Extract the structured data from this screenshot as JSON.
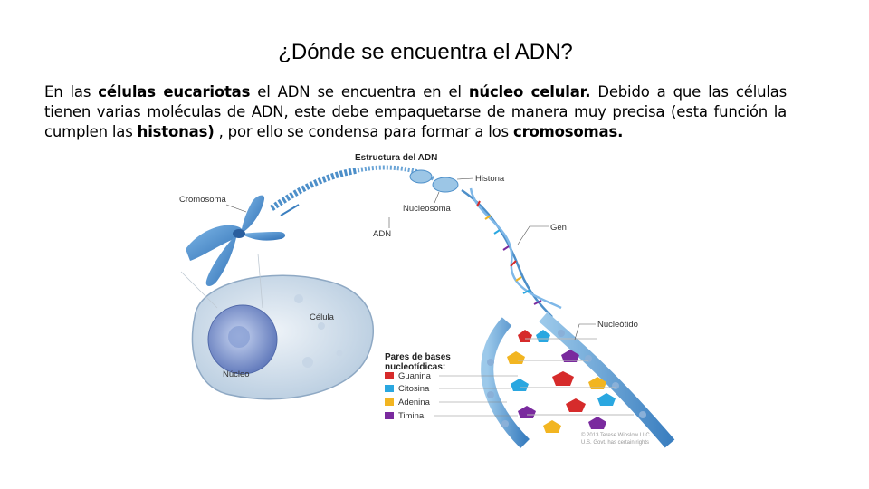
{
  "title": "¿Dónde se encuentra el ADN?",
  "paragraph": {
    "t1": "En las ",
    "b1": "células eucariotas",
    "t2": " el ADN se encuentra en el ",
    "b2": "núcleo celular.",
    "t3": " Debido a que las células tienen varias moléculas de ADN, este debe empaquetarse de manera muy precisa (esta función la cumplen las ",
    "b3": "histonas)",
    "t4": " , por ello se condensa para formar a los ",
    "b4": "cromosomas."
  },
  "figure": {
    "heading": "Estructura del ADN",
    "labels": {
      "cromosoma": "Cromosoma",
      "histona": "Histona",
      "nucleosoma": "Nucleosoma",
      "adn": "ADN",
      "gen": "Gen",
      "celula": "Célula",
      "nucleo": "Núcleo",
      "nucleotido": "Nucleótido"
    },
    "legend": {
      "title_line1": "Pares de bases",
      "title_line2": "nucleotídicas:",
      "items": [
        {
          "label": "Guanina",
          "color": "#d62b2b"
        },
        {
          "label": "Citosina",
          "color": "#2aa7e0"
        },
        {
          "label": "Adenina",
          "color": "#f2b521"
        },
        {
          "label": "Timina",
          "color": "#7a2a9e"
        }
      ]
    },
    "copyright_line1": "© 2013 Terese Winslow LLC",
    "copyright_line2": "U.S. Govt. has certain rights"
  }
}
